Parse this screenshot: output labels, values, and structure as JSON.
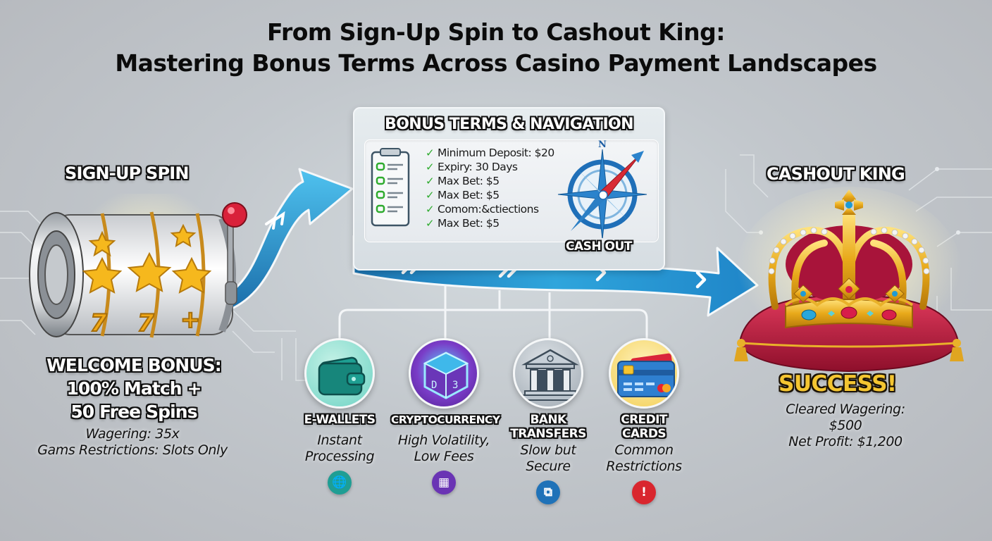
{
  "title": {
    "line1": "From Sign-Up Spin to Cashout King:",
    "line2": "Mastering Bonus Terms Across Casino Payment Landscapes"
  },
  "signup": {
    "heading": "SIGN-UP SPIN",
    "bonus_line1": "WELCOME BONUS:",
    "bonus_line2": "100% Match +",
    "bonus_line3": "50 Free Spins",
    "wagering": "Wagering: 35x",
    "restrictions": "Gams Restrictions: Slots Only",
    "reel_symbols": [
      "star",
      "star",
      "star",
      "7",
      "7",
      "bar"
    ]
  },
  "terms_panel": {
    "heading": "BONUS TERMS & NAVIGATION",
    "items": [
      {
        "check": "✓",
        "label": "Minimum Deposit: $20"
      },
      {
        "check": "✓",
        "label": "Expiry: 30 Days"
      },
      {
        "check": "✓",
        "label": "Max Bet: $5"
      },
      {
        "check": "✓",
        "label": "Max Bet: $5"
      },
      {
        "check": "✓",
        "label": "Comom:&ctiections"
      },
      {
        "check": "✓",
        "label": "Max Bet: $5"
      }
    ],
    "compass_north": "N",
    "cash_out_label": "CASH OUT"
  },
  "payment_methods": [
    {
      "name": "E-WALLETS",
      "name_line2": "",
      "note_line1": "Instant",
      "note_line2": "Processing",
      "badge_glyph": "🌐",
      "badge_color": "#1f9e94",
      "icon": "wallet"
    },
    {
      "name": "CRYPTOCURRENCY",
      "name_line2": "",
      "note_line1": "High Volatility,",
      "note_line2": "Low Fees",
      "badge_glyph": "▦",
      "badge_color": "#6a34b4",
      "icon": "crypto-cube"
    },
    {
      "name": "BANK",
      "name_line2": "TRANSFERS",
      "note_line1": "Slow but",
      "note_line2": "Secure",
      "badge_glyph": "⧉",
      "badge_color": "#1f72b8",
      "icon": "bank"
    },
    {
      "name": "CREDIT",
      "name_line2": "CARDS",
      "note_line1": "Common",
      "note_line2": "Restrictions",
      "badge_glyph": "!",
      "badge_color": "#d9262e",
      "icon": "credit-card"
    }
  ],
  "cashout": {
    "heading": "CASHOUT KING",
    "success": "SUCCESS!",
    "cleared": "Cleared Wagering: $500",
    "profit": "Net Profit: $1,200"
  },
  "colors": {
    "arrow_blue": "#2a9fd8",
    "arrow_dark": "#1a6fae",
    "check_green": "#2eab2e",
    "gold": "#f4c531",
    "velvet_red": "#b8183e"
  }
}
